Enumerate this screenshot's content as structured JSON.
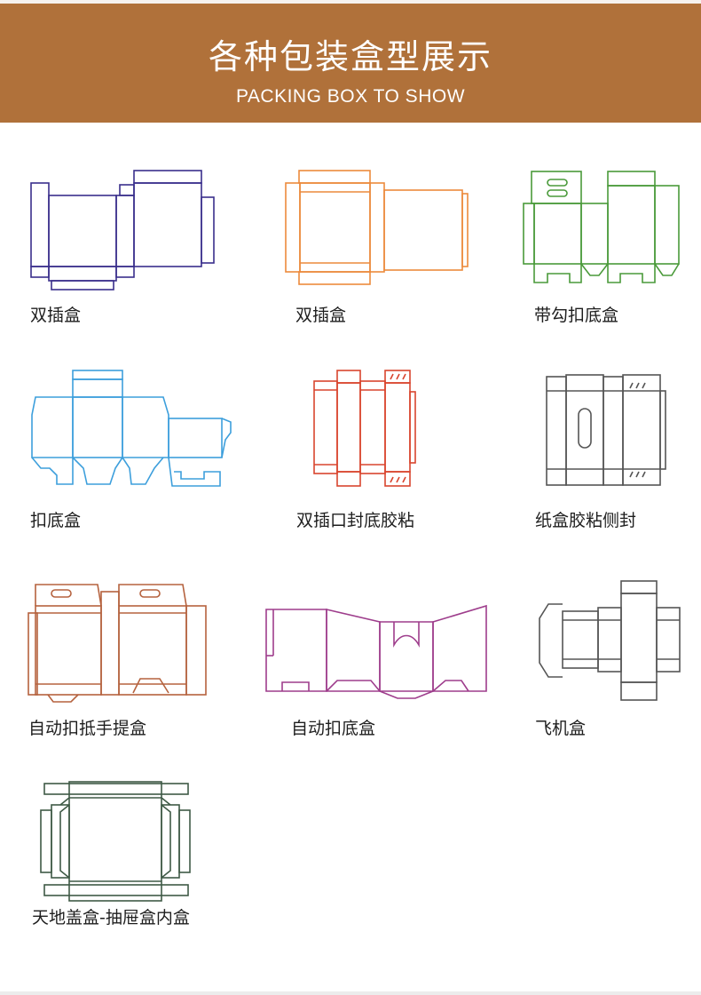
{
  "banner": {
    "title": "各种包装盒型展示",
    "subtitle": "PACKING BOX TO SHOW",
    "background": "#b0713a"
  },
  "boxes": [
    {
      "label": "双插盒",
      "color": "#3a2f8c"
    },
    {
      "label": "双插盒",
      "color": "#ec8a3c"
    },
    {
      "label": "带勾扣底盒",
      "color": "#4a9a3a"
    },
    {
      "label": "扣底盒",
      "color": "#3d9fdc"
    },
    {
      "label": "双插口封底胶粘",
      "color": "#d9452e"
    },
    {
      "label": "纸盒胶粘侧封",
      "color": "#555555"
    },
    {
      "label": "自动扣抵手提盒",
      "color": "#b5623e"
    },
    {
      "label": "自动扣底盒",
      "color": "#9e3d8c"
    },
    {
      "label": "飞机盒",
      "color": "#555555"
    },
    {
      "label": "天地盖盒-抽屉盒内盒",
      "color": "#3f5a46"
    }
  ]
}
